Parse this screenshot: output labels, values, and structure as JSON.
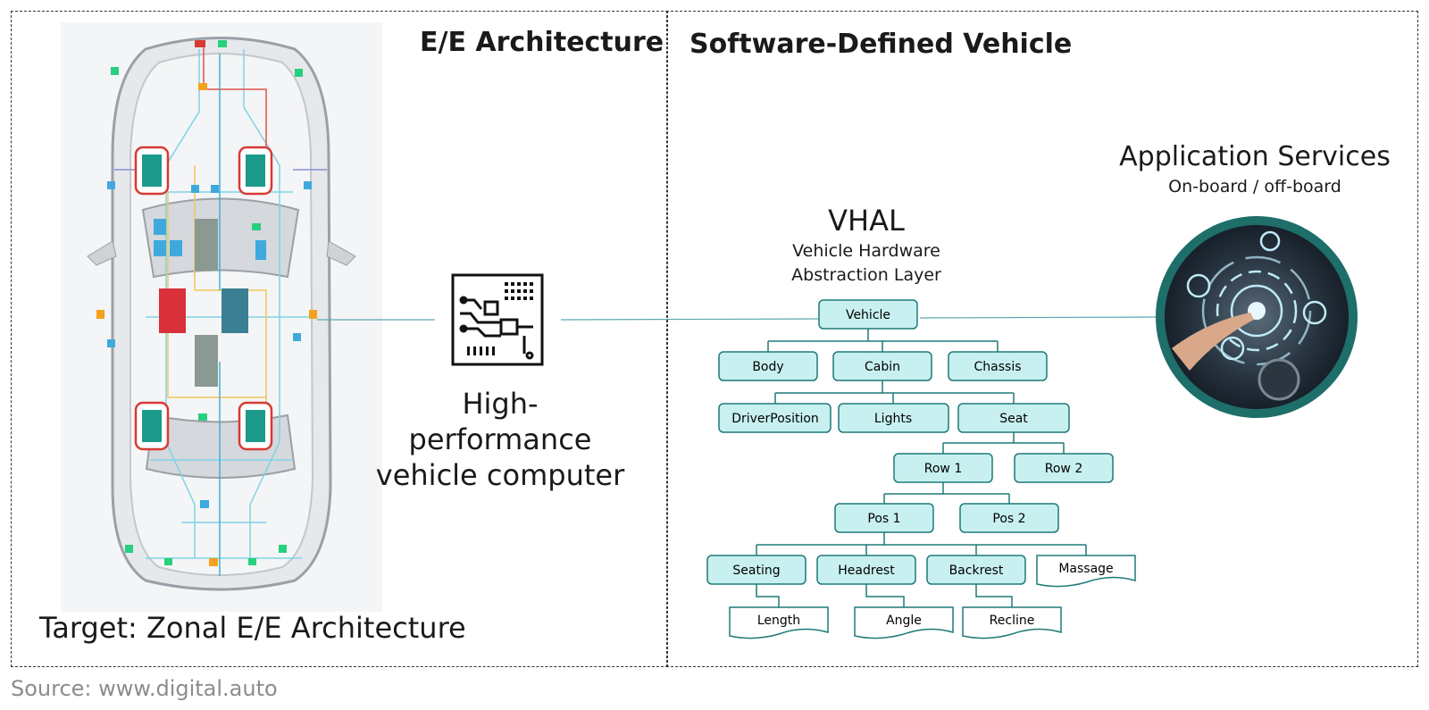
{
  "left_panel": {
    "title": "E/E Architecture",
    "hpc_label": [
      "High-performance",
      "vehicle computer"
    ],
    "target_label": "Target: Zonal E/E Architecture"
  },
  "right_panel": {
    "title": "Software-Defined Vehicle",
    "vhal_title": "VHAL",
    "vhal_subtitle": [
      "Vehicle Hardware",
      "Abstraction Layer"
    ],
    "app_title": "Application Services",
    "app_subtitle": "On-board / off-board"
  },
  "tree": {
    "root": "Vehicle",
    "level1": [
      "Body",
      "Cabin",
      "Chassis"
    ],
    "cabin_children": [
      "DriverPosition",
      "Lights",
      "Seat"
    ],
    "seat_children": [
      "Row 1",
      "Row 2"
    ],
    "row1_children": [
      "Pos 1",
      "Pos 2"
    ],
    "pos1_children": [
      "Seating",
      "Headrest",
      "Backrest",
      "Massage"
    ],
    "leaves": [
      "Length",
      "Angle",
      "Recline"
    ]
  },
  "source": "Source: www.digital.auto",
  "colors": {
    "node_fill": "#c8f0f0",
    "node_stroke": "#1e7a78",
    "teal_ring": "#1e6e6a",
    "zone_red": "#d83a32",
    "ecu_teal": "#1b9a8c",
    "ecu_red": "#d9303a"
  }
}
